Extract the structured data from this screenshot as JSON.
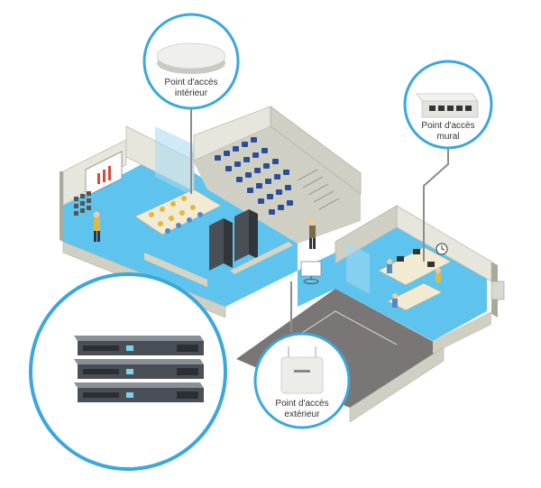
{
  "colors": {
    "floor_blue": "#5ec4ee",
    "wall_light": "#e6e6dc",
    "wall_mid": "#cfcfc3",
    "wall_dark": "#a9a99c",
    "court": "#7b7676",
    "callout_ring": "#3aa7dd",
    "callout_fill": "#ffffff",
    "cable": "#8c8c8c",
    "seat_blue": "#2a4f9a",
    "device_gray": "#4a4f55"
  },
  "callouts": {
    "indoor": {
      "line1": "Point d'accès",
      "line2": "intérieur",
      "icon": "ceiling-access-point-icon"
    },
    "wall": {
      "line1": "Point d'accès",
      "line2": "mural",
      "icon": "wall-access-point-icon"
    },
    "outdoor": {
      "line1": "Point d'accès",
      "line2": "extérieur",
      "icon": "outdoor-access-point-icon"
    },
    "controller": {
      "icon": "rack-controller-icon",
      "units": 3
    }
  }
}
